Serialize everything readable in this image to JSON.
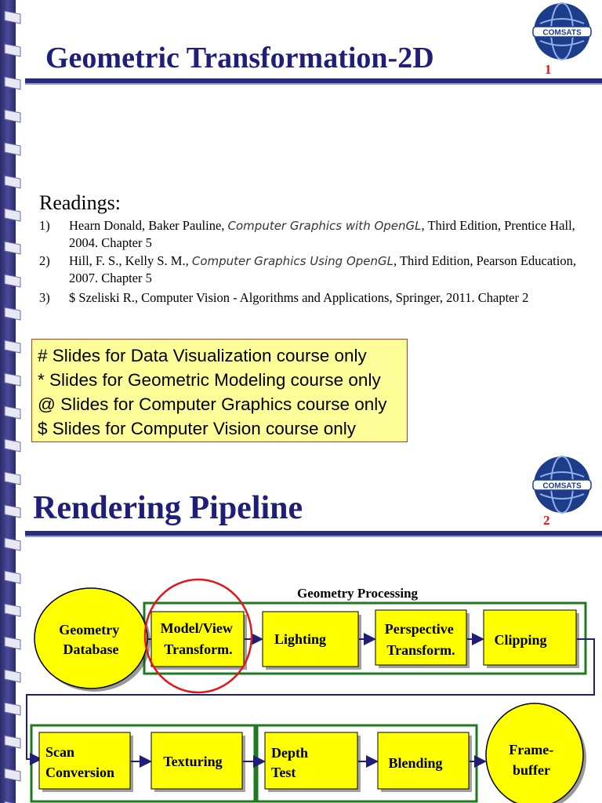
{
  "slide1": {
    "title": "Geometric Transformation-2D",
    "page_number": "1",
    "logo_text": "COMSATS",
    "readings_heading": "Readings:",
    "references": [
      {
        "num": "1)",
        "pre": "Hearn Donald, Baker Pauline, ",
        "italic": "Computer Graphics with OpenGL",
        "post": ", Third Edition, Prentice Hall, 2004. Chapter 5"
      },
      {
        "num": "2)",
        "pre": "Hill, F. S., Kelly S. M., ",
        "italic": "Computer Graphics Using OpenGL",
        "post": ", Third Edition, Pearson Education, 2007. Chapter 5"
      },
      {
        "num": "3)",
        "pre": "$ Szeliski R., Computer Vision - Algorithms and Applications, Springer, 2011. Chapter 2",
        "italic": "",
        "post": ""
      }
    ],
    "notes": [
      "# Slides for Data Visualization course only",
      "* Slides for Geometric Modeling course only",
      "@ Slides for Computer Graphics course only",
      "$ Slides for Computer Vision course only"
    ]
  },
  "slide2": {
    "title": "Rendering Pipeline",
    "page_number": "2",
    "logo_text": "COMSATS",
    "geometry_processing_label": "Geometry Processing",
    "nodes": {
      "geometry_database": [
        "Geometry",
        "Database"
      ],
      "model_view": [
        "Model/View",
        "Transform."
      ],
      "lighting": [
        "Lighting"
      ],
      "perspective": [
        "Perspective",
        "Transform."
      ],
      "clipping": [
        "Clipping"
      ],
      "scan_conversion": [
        "Scan",
        "Conversion"
      ],
      "texturing": [
        "Texturing"
      ],
      "depth_test": [
        "Depth",
        "Test"
      ],
      "blending": [
        "Blending"
      ],
      "framebuffer": [
        "Frame-",
        "buffer"
      ]
    }
  },
  "colors": {
    "title": "#1f1f7a",
    "page_number": "#e0161b",
    "box_fill": "#ffff00",
    "group_border": "#1e7a1e",
    "highlight_circle": "#e0161b",
    "notes_bg": "#ffff99",
    "arrow": "#1f1f7a"
  }
}
